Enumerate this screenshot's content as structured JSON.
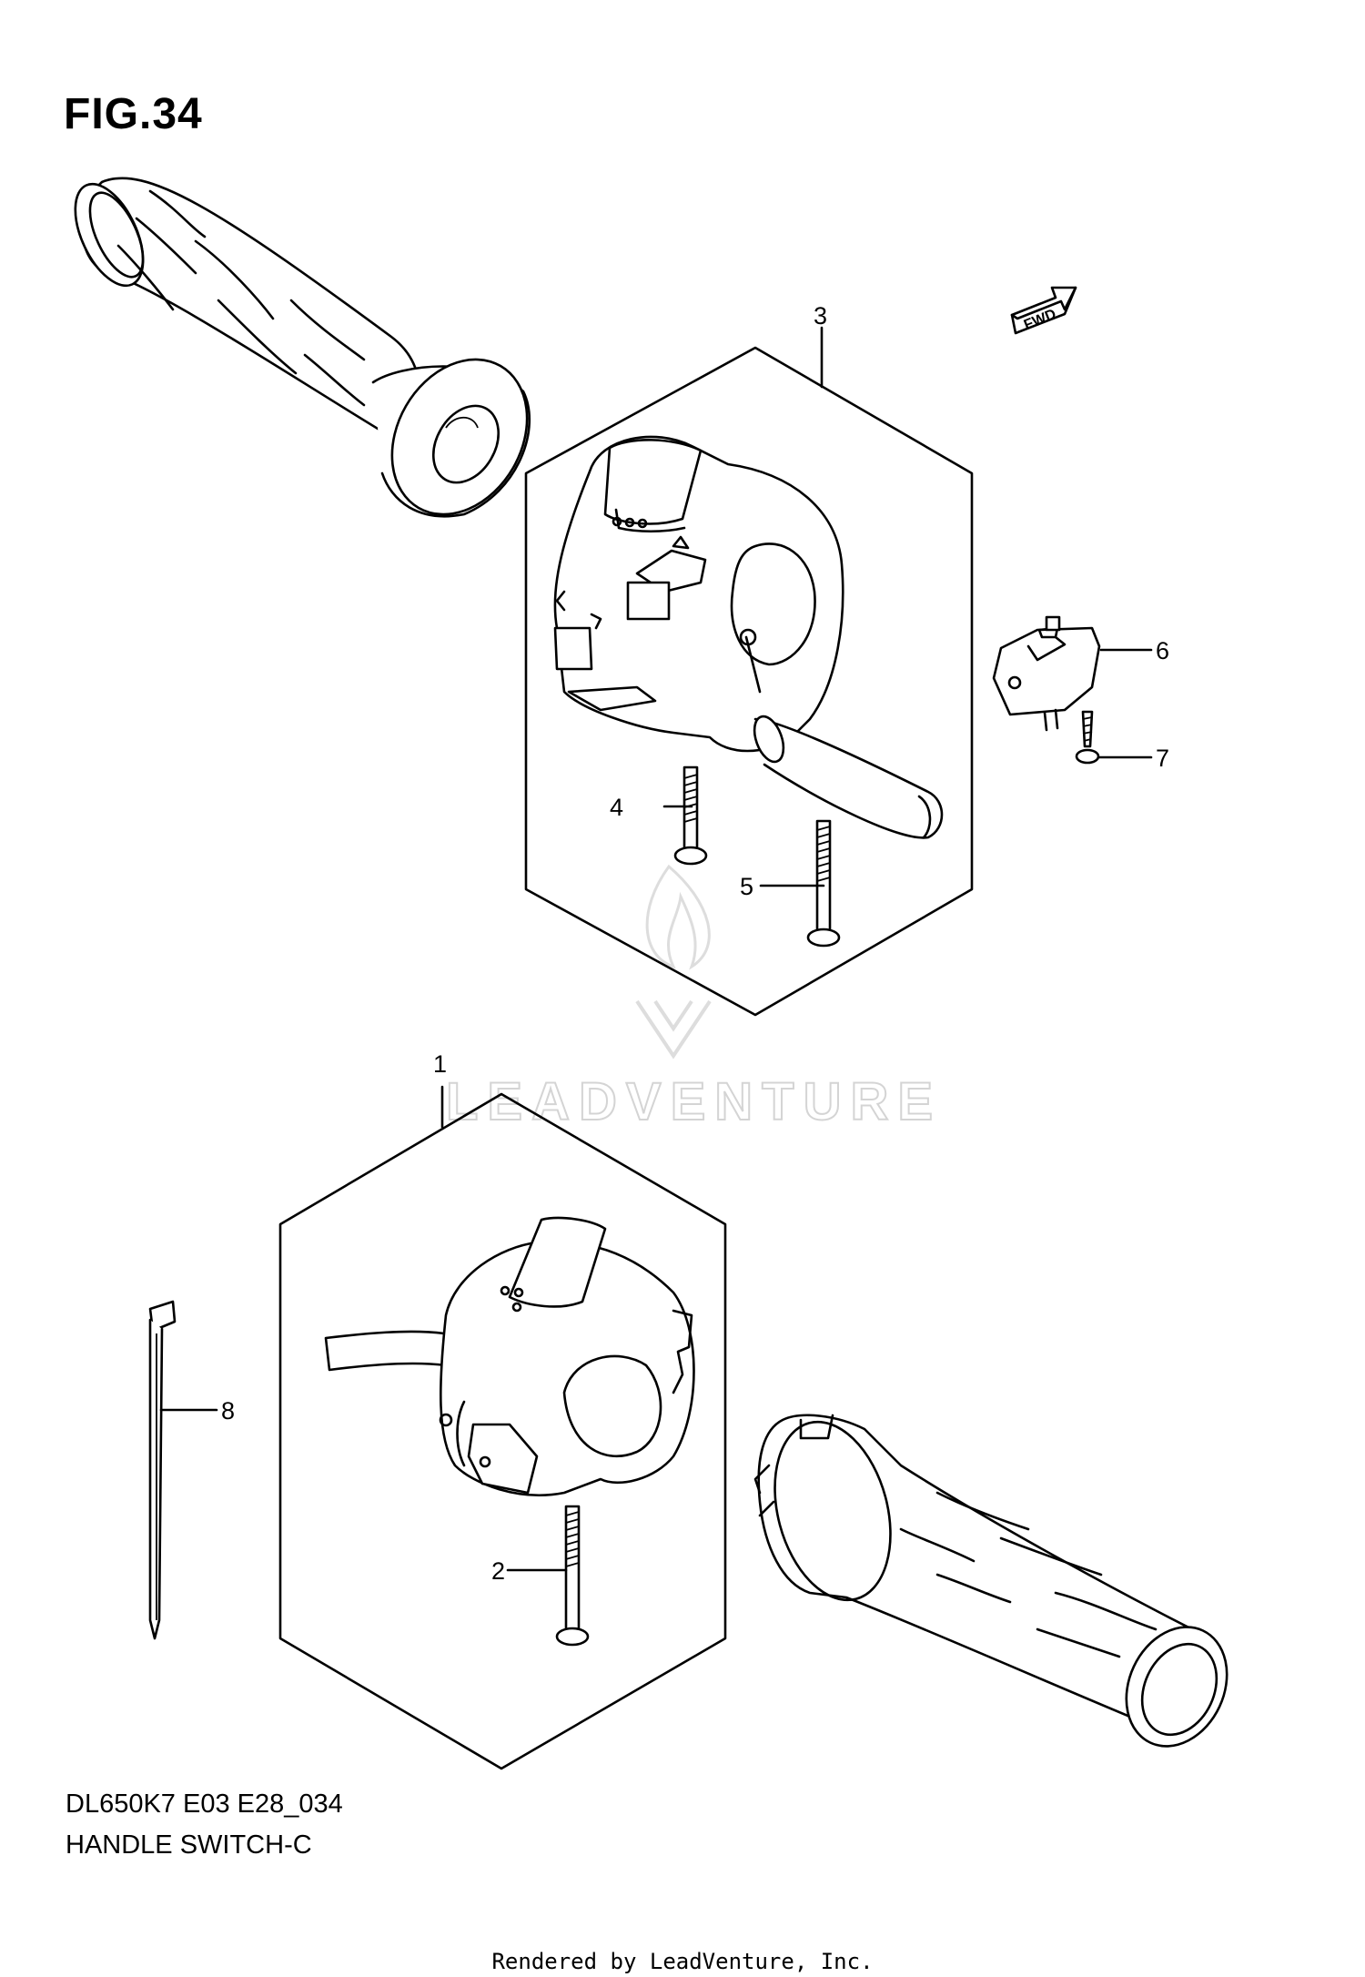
{
  "figure_label": "FIG.34",
  "fwd_label": "FWD",
  "diagram_code": "DL650K7 E03 E28_034",
  "diagram_name": "HANDLE SWITCH-C",
  "rendered_by": "Rendered by LeadVenture, Inc.",
  "watermark": "LEADVENTURE",
  "callouts": [
    "1",
    "2",
    "3",
    "4",
    "5",
    "6",
    "7",
    "8"
  ]
}
